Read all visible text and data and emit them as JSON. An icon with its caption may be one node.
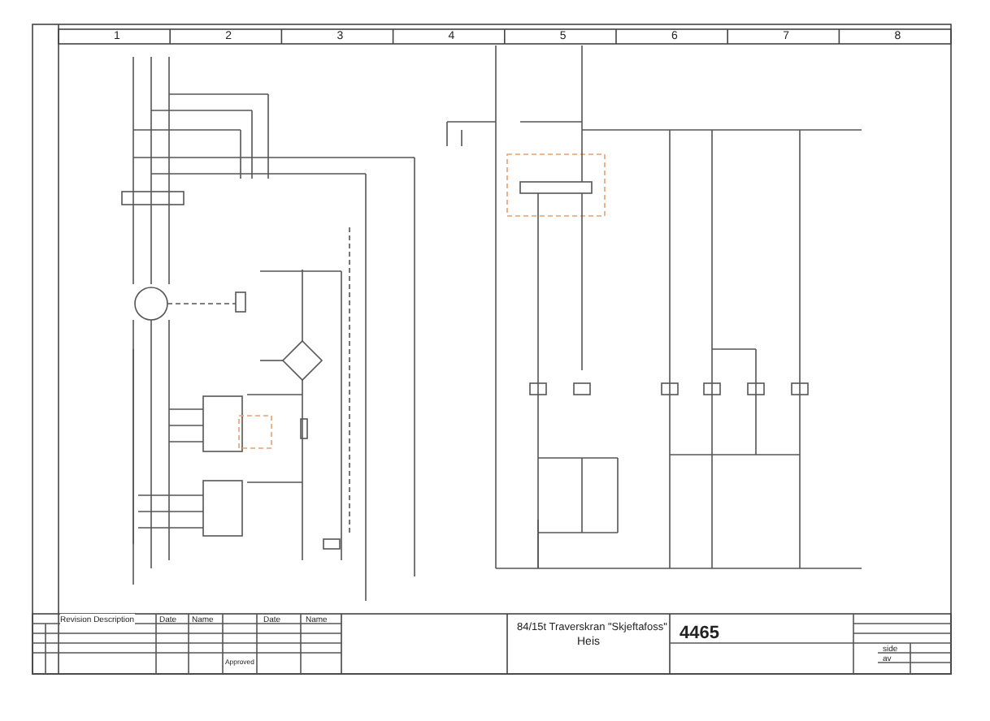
{
  "diagram": {
    "labels": [
      "1",
      "2",
      "3",
      "4",
      "5",
      "6",
      "7",
      "8",
      "Revision Description",
      "Date",
      "Name",
      "Date",
      "Name",
      "Approved",
      "84/15t Traverskran \"Skjeftafoss\"",
      "Heis",
      "4465",
      "side",
      "av"
    ]
  }
}
